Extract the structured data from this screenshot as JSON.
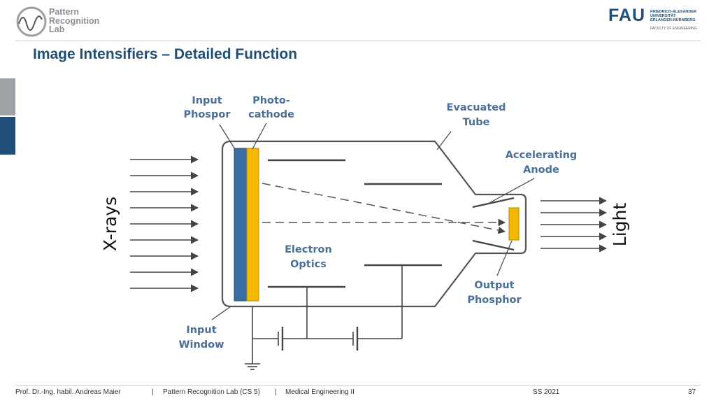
{
  "header": {
    "lab_name": [
      "Pattern",
      "Recognition",
      "Lab"
    ],
    "uni_logo_mark": "FAU",
    "uni_name": [
      "FRIEDRICH-ALEXANDER",
      "UNIVERSITÄT",
      "ERLANGEN-NÜRNBERG"
    ],
    "faculty": "FACULTY OF ENGINEERING"
  },
  "slide": {
    "title": "Image Intensifiers – Detailed Function"
  },
  "diagram": {
    "labels": {
      "input_phosphor": [
        "Input",
        "Phospor"
      ],
      "photocathode": [
        "Photo-",
        "cathode"
      ],
      "evacuated_tube": [
        "Evacuated",
        "Tube"
      ],
      "accelerating_anode": [
        "Accelerating",
        "Anode"
      ],
      "electron_optics": [
        "Electron",
        "Optics"
      ],
      "output_phosphor": [
        "Output",
        "Phosphor"
      ],
      "input_window": [
        "Input",
        "Window"
      ],
      "xrays": "X-rays",
      "light": "Light"
    },
    "colors": {
      "input_phosphor": "#3b6ea5",
      "photocathode": "#f5b800",
      "label": "#4a6f99",
      "line": "#444444"
    }
  },
  "footer": {
    "author": "Prof. Dr.-Ing. habil. Andreas Maier",
    "lab": "Pattern Recognition Lab (CS 5)",
    "course": "Medical Engineering II",
    "sep": "|",
    "semester": "SS 2021",
    "page": "37"
  }
}
